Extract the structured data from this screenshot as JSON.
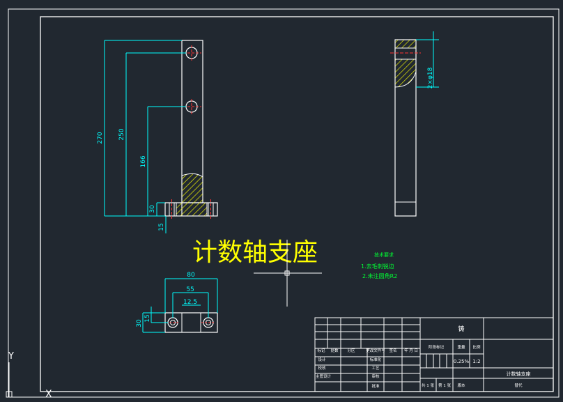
{
  "colors": {
    "background": "#212830",
    "frame": "#ffffff",
    "dimension": "#00ffff",
    "hatch": "#ffff00",
    "centerline": "#ff3333",
    "title_text": "#ffff00",
    "notes": "#00ff33"
  },
  "drawing": {
    "title": "计数轴支座",
    "notes": {
      "heading": "技术要求",
      "line1": "1.去毛刺锐边",
      "line2": "2.未注圆角R2"
    }
  },
  "dimensions": {
    "front_view": {
      "d270": "270",
      "d250": "250",
      "d166": "166",
      "d30": "30",
      "d15": "15"
    },
    "side_view": {
      "hole": "2×φ18"
    },
    "top_view": {
      "d80": "80",
      "d55": "55",
      "d12_5": "12.5",
      "d15": "15",
      "d30": "30"
    }
  },
  "title_block": {
    "material": "铸",
    "rev_marker": "标记",
    "count_col": "处数",
    "zone_col": "分区",
    "change_doc": "更改文件号",
    "sign_col": "签名",
    "date_col": "年 月 日",
    "designer": "设计",
    "standardize": "标准化",
    "checker": "校核",
    "process": "工艺",
    "supervisor": "主管设计",
    "audit": "审核",
    "approve": "批准",
    "stage_mark": "阶段标记",
    "weight": "重量",
    "scale_label": "比例",
    "weight_value": "0.25%",
    "scale_value": "1:2",
    "part_name": "计数轴支座",
    "sheets_total": "共 1 张",
    "sheet_no": "第 1 张",
    "version": "版本",
    "replace": "替代"
  },
  "ucs": {
    "y_label": "Y",
    "x_label": "X"
  }
}
